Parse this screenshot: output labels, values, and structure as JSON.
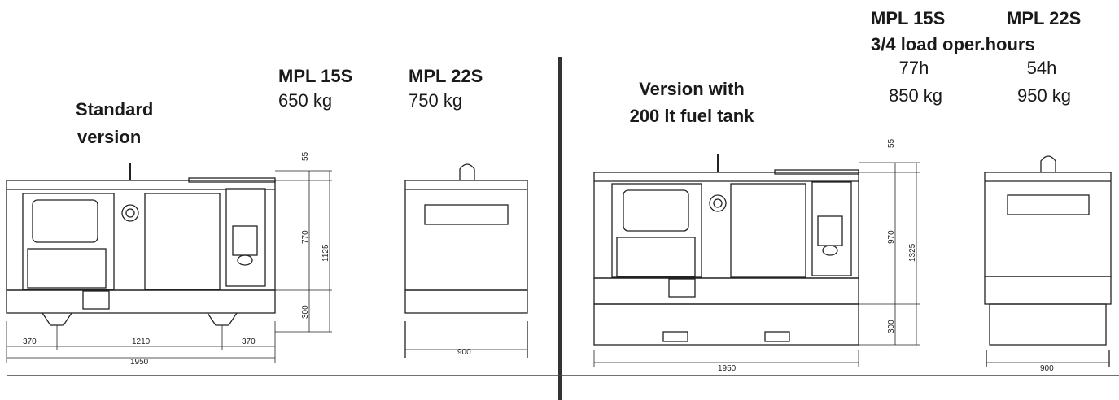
{
  "standard": {
    "title_line1": "Standard",
    "title_line2": "version",
    "models": [
      {
        "name": "MPL 15S",
        "weight": "650 kg"
      },
      {
        "name": "MPL 22S",
        "weight": "750 kg"
      }
    ],
    "dims": {
      "top": "55",
      "upper": "770",
      "total": "1125",
      "base": "300",
      "left": "370",
      "mid": "1210",
      "right": "370",
      "length": "1950",
      "side_width": "900"
    }
  },
  "tank": {
    "title_line1": "Version with",
    "title_line2": "200 lt fuel tank",
    "models": [
      {
        "name": "MPL 15S",
        "hours": "77h",
        "weight": "850 kg"
      },
      {
        "name": "MPL 22S",
        "hours": "54h",
        "weight": "950 kg"
      }
    ],
    "hours_label": "3/4 load oper.hours",
    "dims": {
      "top": "55",
      "upper": "970",
      "total": "1325",
      "base": "300",
      "length": "1950",
      "side_width": "900"
    }
  }
}
